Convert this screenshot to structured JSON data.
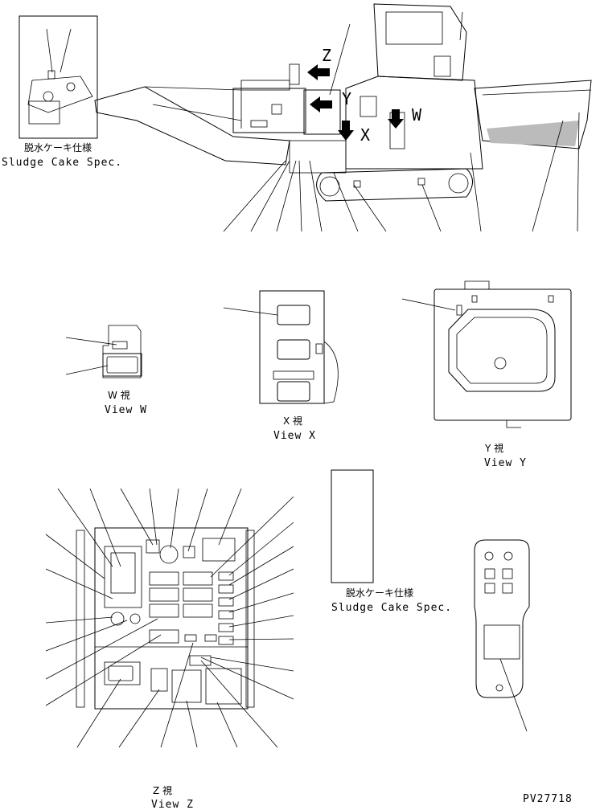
{
  "drawing": {
    "sludge_note_top": {
      "jp": "脱水ケーキ仕様",
      "en": "Sludge Cake Spec."
    },
    "view_w": {
      "kanji": "W 視",
      "en": "View W"
    },
    "view_x": {
      "kanji": "X 視",
      "en": "View X"
    },
    "view_y": {
      "kanji": "Y 視",
      "en": "View Y"
    },
    "view_z": {
      "kanji": "Z 視",
      "en": "View Z"
    },
    "sludge_note_mid": {
      "jp": "脱水ケーキ仕様",
      "en": "Sludge Cake Spec."
    },
    "arrow_letters": {
      "z": "Z",
      "y": "Y",
      "x": "X",
      "w": "W"
    },
    "drawing_number": "PV27718"
  }
}
